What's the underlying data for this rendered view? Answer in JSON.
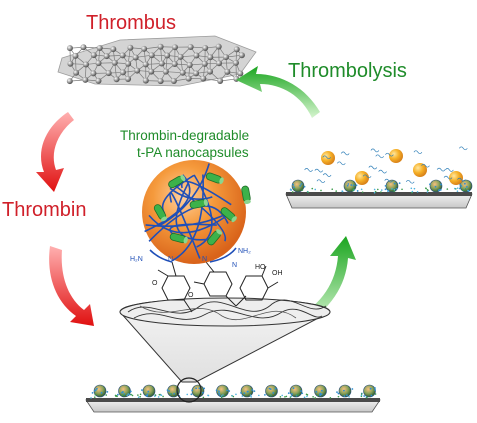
{
  "labels": {
    "thrombus": "Thrombus",
    "thrombolysis": "Thrombolysis",
    "thrombin": "Thrombin",
    "nanocapsules_line1": "Thrombin-degradable",
    "nanocapsules_line2": "t-PA nanocapsules"
  },
  "chem_labels": {
    "h2n": "H₂N",
    "nh2": "NH₂",
    "ho": "HO",
    "oh": "OH",
    "n1": "N",
    "n2": "N",
    "n3": "N",
    "o1": "O",
    "o2": "O"
  },
  "colors": {
    "red_text": "#d0202a",
    "green_text": "#1f8c2a",
    "capsule_orange": "#f08a2a",
    "polymer_blue": "#1f4fb8",
    "tpa_green": "#3cb24a",
    "free_tpa_yellow": "#f2a21e",
    "substrate_grey": "#4a4a4a"
  },
  "icons": [
    "thrombus-mesh-icon",
    "red-curved-arrow-icon",
    "green-curved-arrow-icon",
    "nanocapsule-icon",
    "magnifier-cone-icon"
  ]
}
